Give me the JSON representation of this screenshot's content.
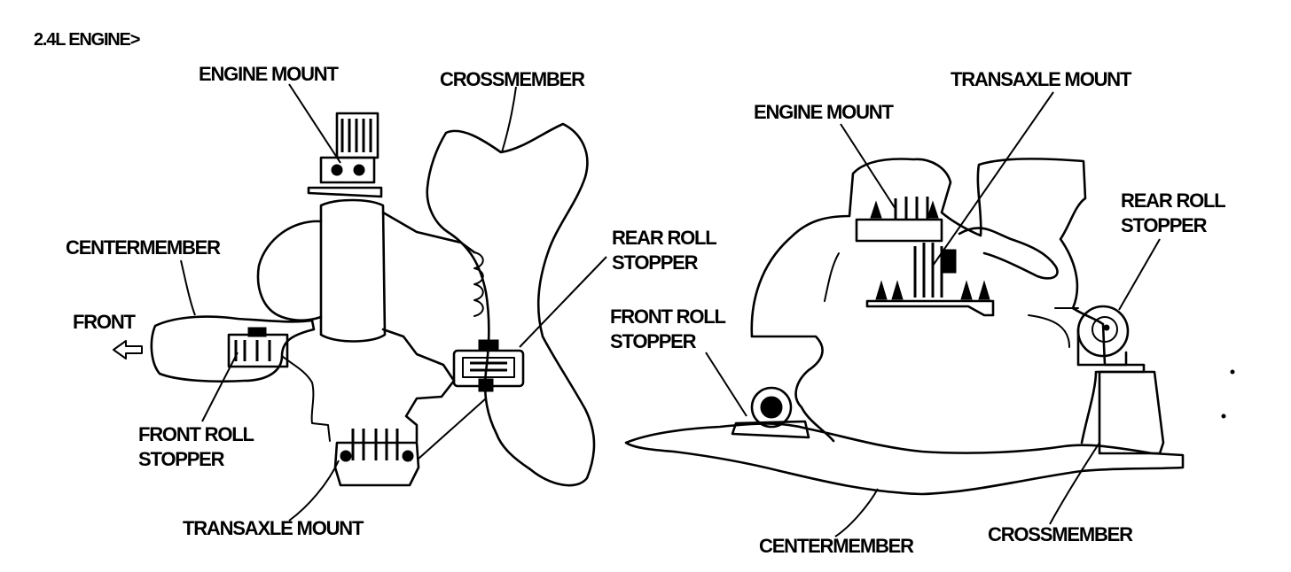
{
  "title": "2.4L ENGINE>",
  "left_view": {
    "engine_mount": "ENGINE MOUNT",
    "crossmember": "CROSSMEMBER",
    "centermember": "CENTERMEMBER",
    "front": "FRONT",
    "rear_roll_stopper": "REAR ROLL\nSTOPPER",
    "front_roll_stopper": "FRONT ROLL\nSTOPPER",
    "transaxle_mount": "TRANSAXLE MOUNT"
  },
  "right_view": {
    "transaxle_mount": "TRANSAXLE MOUNT",
    "engine_mount": "ENGINE MOUNT",
    "rear_roll_stopper": "REAR ROLL\nSTOPPER",
    "front_roll_stopper": "FRONT ROLL\nSTOPPER",
    "centermember": "CENTERMEMBER",
    "crossmember": "CROSSMEMBER"
  }
}
